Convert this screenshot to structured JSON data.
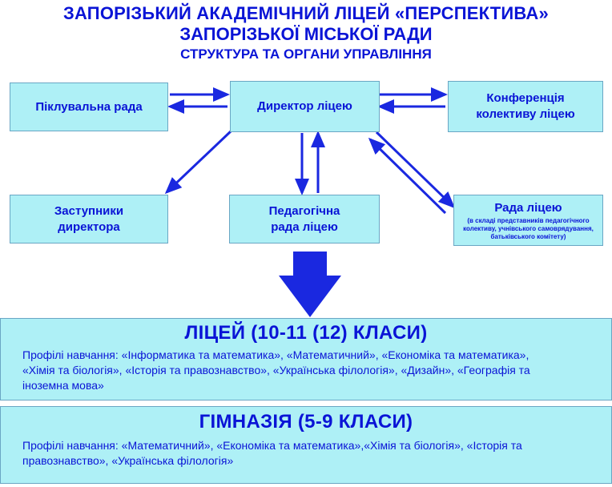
{
  "header": {
    "line1": "ЗАПОРІЗЬКИЙ АКАДЕМІЧНИЙ ЛІЦЕЙ «ПЕРСПЕКТИВА»",
    "line2": "ЗАПОРІЗЬКОЇ МІСЬКОЇ РАДИ",
    "line3": "СТРУКТУРА ТА ОРГАНИ УПРАВЛІННЯ"
  },
  "boxes": {
    "board": {
      "label": "Піклувальна рада"
    },
    "director": {
      "label": "Директор ліцею"
    },
    "conference": {
      "line1": "Конференція",
      "line2": "колективу ліцею"
    },
    "deputies": {
      "line1": "Заступники",
      "line2": "директора"
    },
    "ped_council": {
      "line1": "Педагогічна",
      "line2": "рада ліцею"
    },
    "lyceum_council": {
      "title": "Рада ліцею",
      "note1": "(в складі представників педагогічного",
      "note2": "колективу, учнівського самоврядування,",
      "note3": "батьківського комітету)"
    }
  },
  "lyceum": {
    "heading": "ЛІЦЕЙ (10-11 (12) КЛАСИ)",
    "profiles_line1": "Профілі навчання: «Інформатика та математика», «Математичний», «Економіка та математика»,",
    "profiles_line2": "«Хімія та біологія», «Історія та правознавство», «Українська філологія», «Дизайн», «Географія та",
    "profiles_line3": "іноземна мова»"
  },
  "gymnasium": {
    "heading": "ГІМНАЗІЯ (5-9 КЛАСИ)",
    "profiles_line1": "Профілі навчання: «Математичний», «Економіка та математика»,«Хімія та біологія», «Історія та",
    "profiles_line2": "правознавство», «Українська філологія»"
  },
  "colors": {
    "text": "#0a14d6",
    "box_fill": "#aef0f6",
    "arrow": "#1a28e0"
  }
}
